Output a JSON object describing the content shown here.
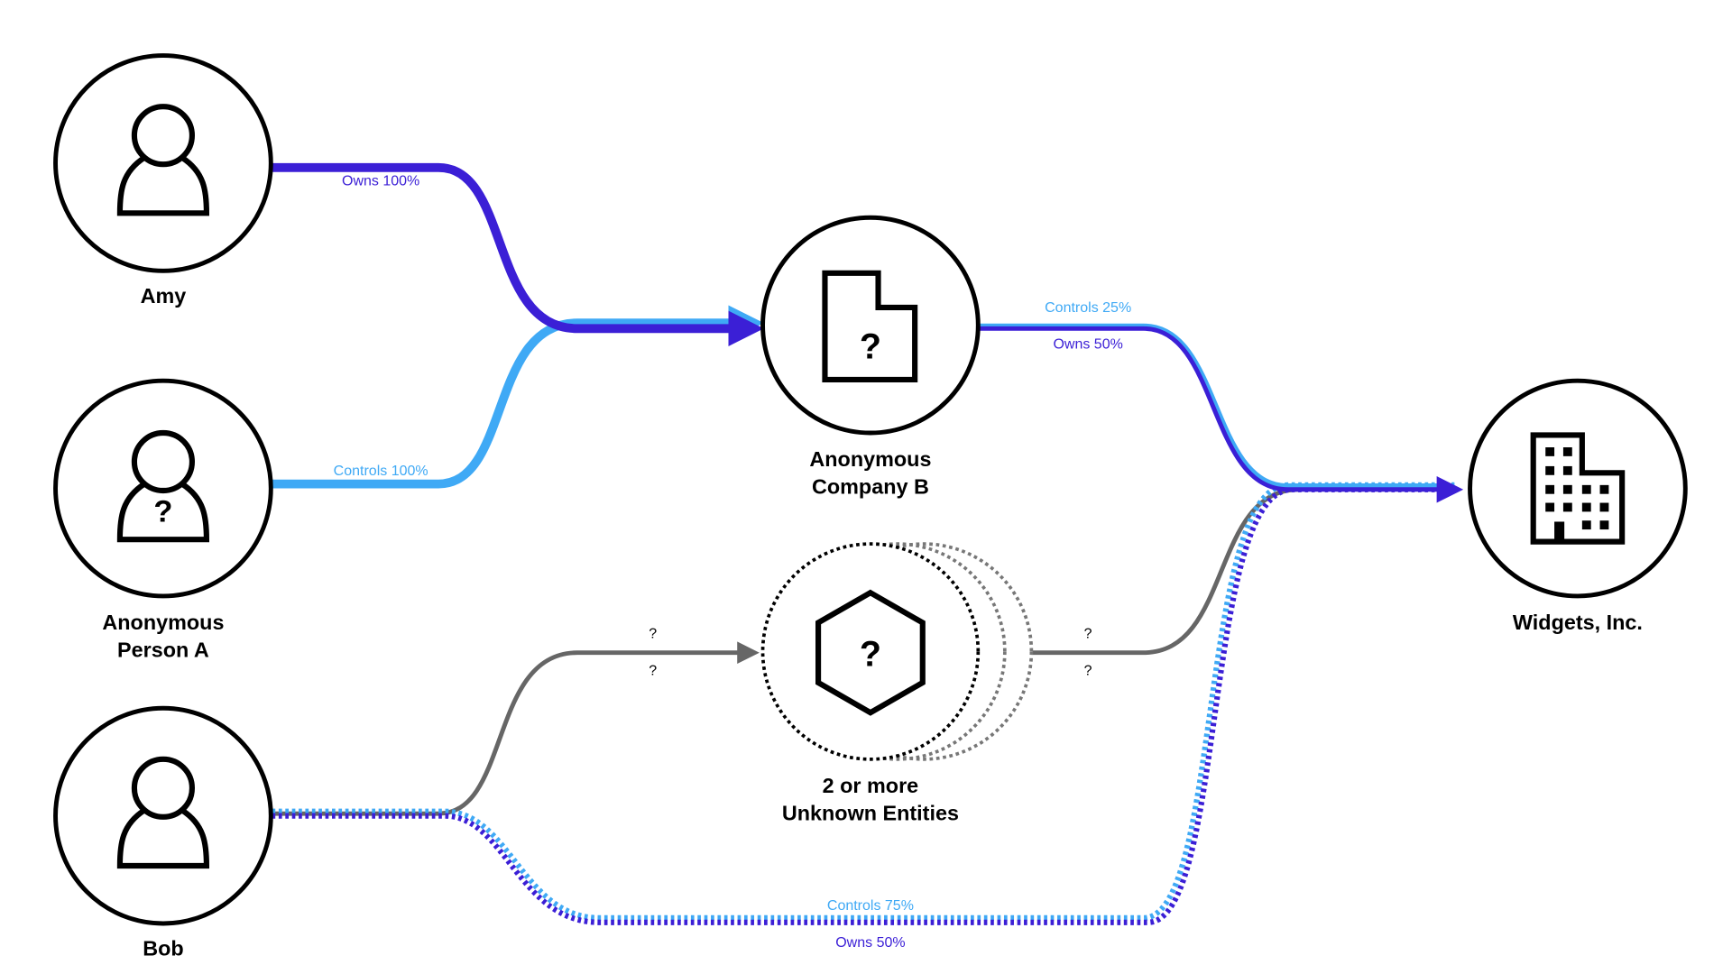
{
  "colors": {
    "owns": "#3b1fd6",
    "controls": "#3fa9f5",
    "unknown": "#666666"
  },
  "nodes": {
    "amy": "Amy",
    "person_a": [
      "Anonymous",
      "Person A"
    ],
    "bob": "Bob",
    "company_b": [
      "Anonymous",
      "Company B"
    ],
    "unknown": [
      "2 or more",
      "Unknown Entities"
    ],
    "widgets": "Widgets, Inc."
  },
  "edges": {
    "amy_b": "Owns 100%",
    "persona_b": "Controls 100%",
    "b_widgets_control": "Controls 25%",
    "b_widgets_own": "Owns 50%",
    "bob_unknown_top": "?",
    "bob_unknown_bottom": "?",
    "unknown_widgets_top": "?",
    "unknown_widgets_bottom": "?",
    "bob_widgets_control": "Controls 75%",
    "bob_widgets_own": "Owns 50%"
  },
  "icon_glyph": "?"
}
